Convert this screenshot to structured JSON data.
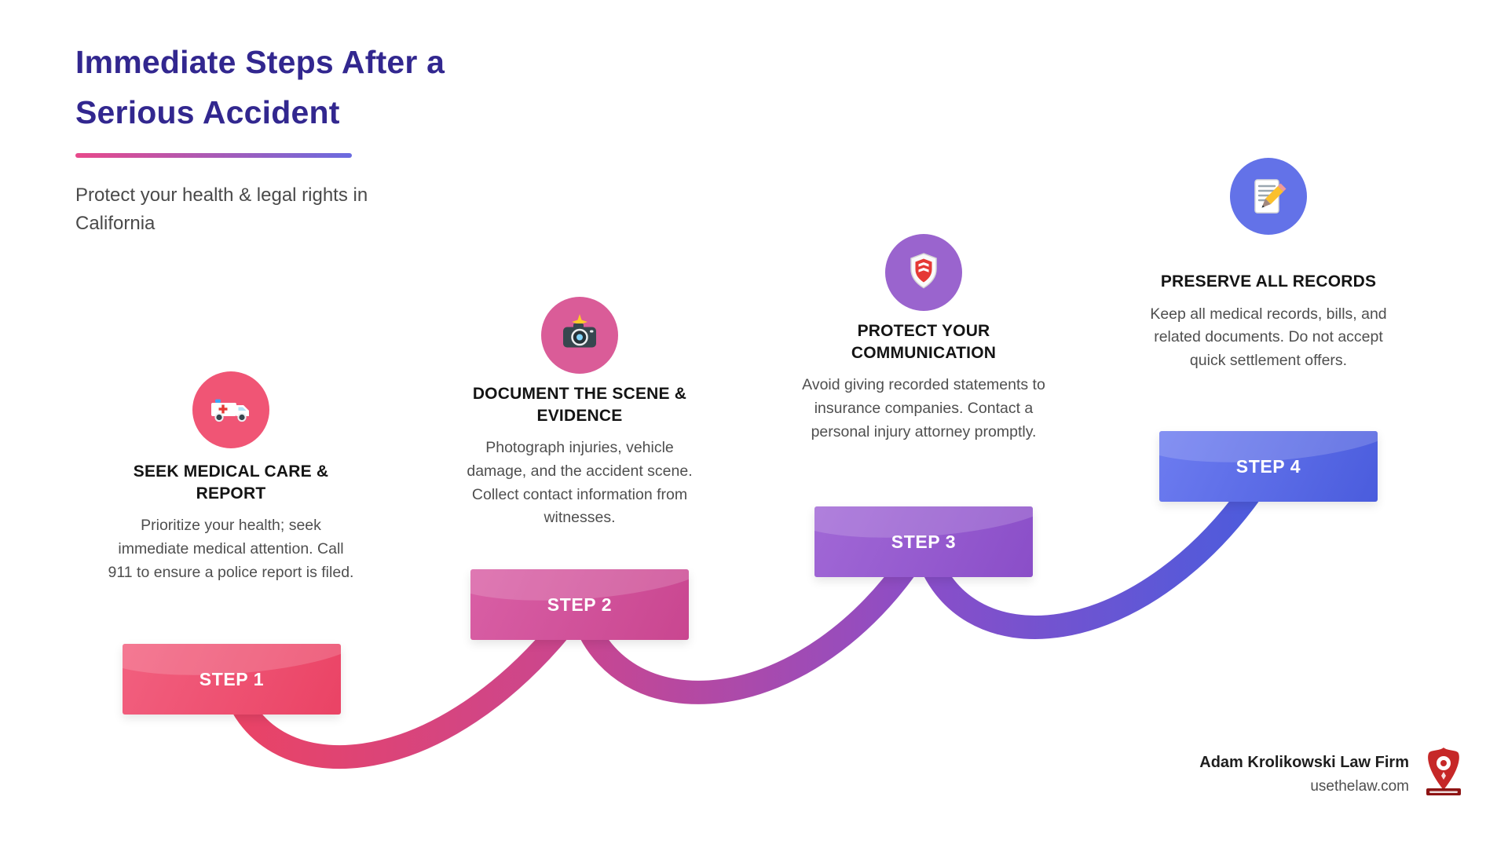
{
  "header": {
    "title": "Immediate Steps After a Serious Accident",
    "subtitle": "Protect your health & legal rights in California"
  },
  "steps": [
    {
      "label": "STEP 1",
      "heading": "SEEK MEDICAL CARE & REPORT",
      "description": "Prioritize your health; seek immediate medical attention. Call 911 to ensure a police report is filed.",
      "icon": "ambulance-icon",
      "color": "#ea4365"
    },
    {
      "label": "STEP 2",
      "heading": "DOCUMENT THE SCENE & EVIDENCE",
      "description": "Photograph injuries, vehicle damage, and the accident scene. Collect contact information from witnesses.",
      "icon": "camera-icon",
      "color": "#c94690"
    },
    {
      "label": "STEP 3",
      "heading": "PROTECT YOUR COMMUNICATION",
      "description": "Avoid giving recorded statements to insurance companies. Contact a personal injury attorney promptly.",
      "icon": "shield-icon",
      "color": "#8a4ec8"
    },
    {
      "label": "STEP 4",
      "heading": "PRESERVE ALL RECORDS",
      "description": "Keep all medical records, bills, and related documents. Do not accept quick settlement offers.",
      "icon": "memo-pencil-icon",
      "color": "#4a5cdd"
    }
  ],
  "footer": {
    "firm_name": "Adam Krolikowski Law Firm",
    "website": "usethelaw.com"
  },
  "theme": {
    "title_color": "#32278f",
    "accent_gradient_start": "#e8498b",
    "accent_gradient_end": "#6a6be0"
  }
}
